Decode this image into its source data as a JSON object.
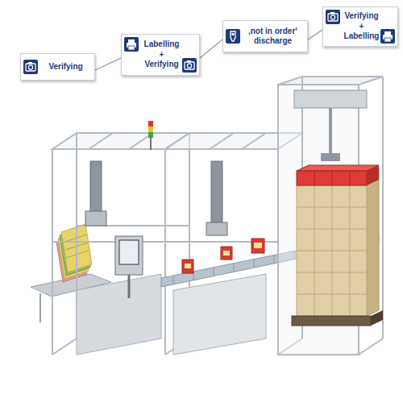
{
  "diagram": {
    "nodes": [
      {
        "text": [
          "Verifying"
        ]
      },
      {
        "text": [
          "Labelling + Verifying"
        ]
      },
      {
        "text": [
          "‚not in order‘ discharge"
        ]
      },
      {
        "text": [
          "Verifying + Labelling"
        ]
      }
    ],
    "edges": [
      {
        "from": 0,
        "to": 1,
        "arrow": "none"
      },
      {
        "from": 1,
        "to": 2,
        "arrow": "none"
      },
      {
        "from": 2,
        "to": 3,
        "arrow": "none"
      }
    ]
  }
}
